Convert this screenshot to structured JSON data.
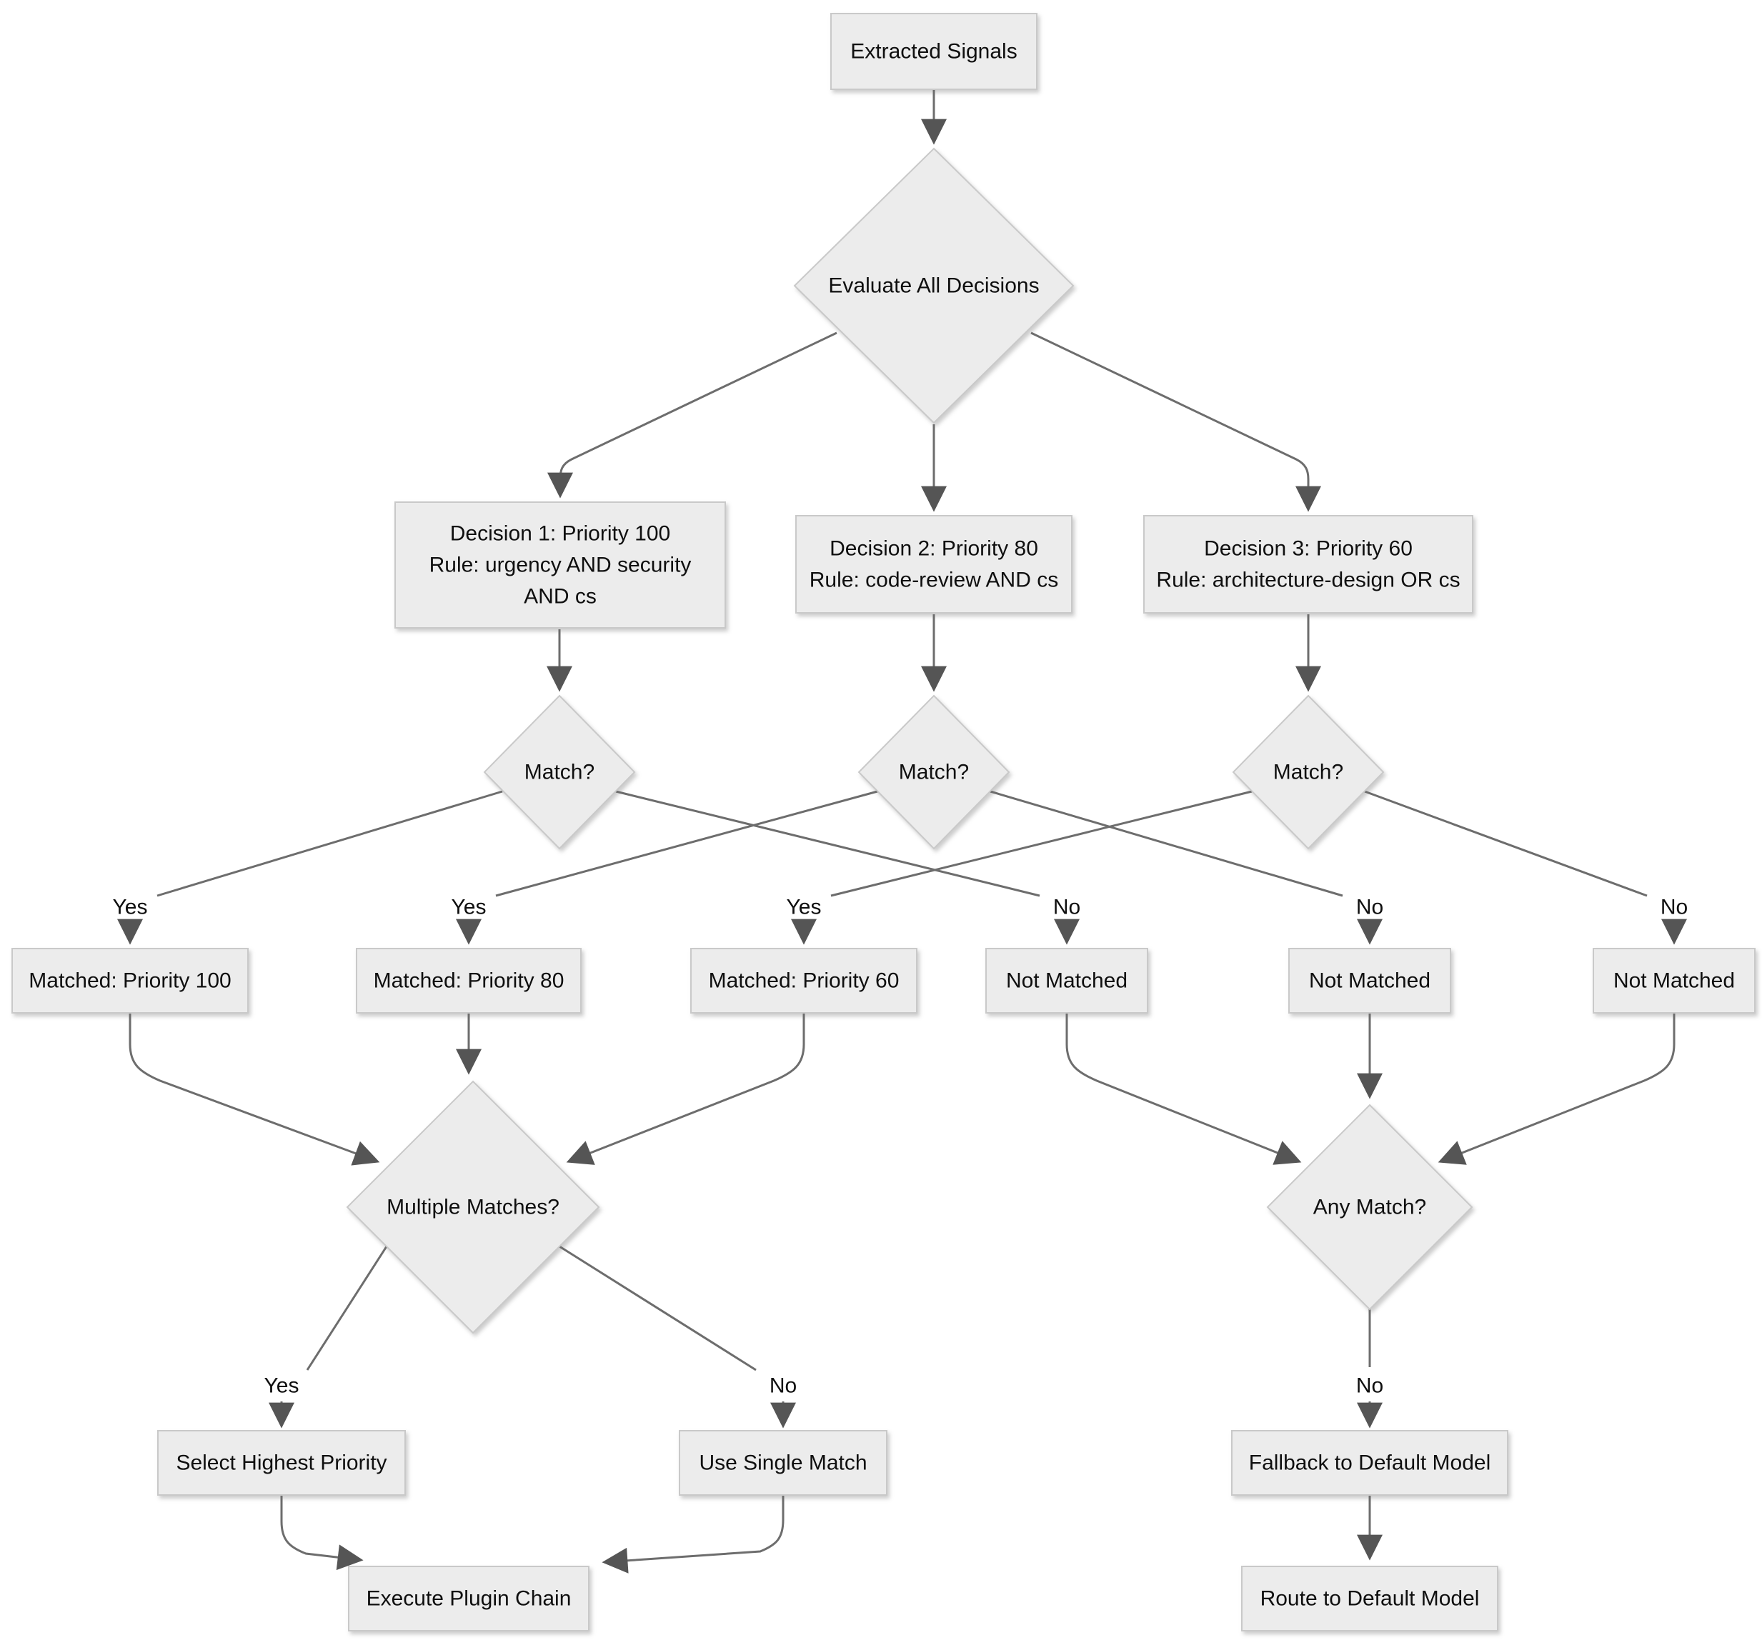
{
  "nodes": {
    "extracted": {
      "label": "Extracted Signals"
    },
    "evaluate": {
      "label": "Evaluate All Decisions"
    },
    "d1": {
      "lines": [
        "Decision 1: Priority 100",
        "Rule: urgency AND security",
        "AND cs"
      ]
    },
    "d2": {
      "lines": [
        "Decision 2: Priority 80",
        "Rule: code-review AND cs"
      ]
    },
    "d3": {
      "lines": [
        "Decision 3: Priority 60",
        "Rule: architecture-design OR cs"
      ]
    },
    "match1": {
      "label": "Match?"
    },
    "match2": {
      "label": "Match?"
    },
    "match3": {
      "label": "Match?"
    },
    "matched100": {
      "label": "Matched: Priority 100"
    },
    "matched80": {
      "label": "Matched: Priority 80"
    },
    "matched60": {
      "label": "Matched: Priority 60"
    },
    "notMatched1": {
      "label": "Not Matched"
    },
    "notMatched2": {
      "label": "Not Matched"
    },
    "notMatched3": {
      "label": "Not Matched"
    },
    "multiple": {
      "label": "Multiple Matches?"
    },
    "anyMatch": {
      "label": "Any Match?"
    },
    "select": {
      "label": "Select Highest Priority"
    },
    "single": {
      "label": "Use Single Match"
    },
    "fallback": {
      "label": "Fallback to Default Model"
    },
    "execute": {
      "label": "Execute Plugin Chain"
    },
    "route": {
      "label": "Route to Default Model"
    }
  },
  "edge_labels": {
    "match1_yes": "Yes",
    "match2_yes": "Yes",
    "match3_yes": "Yes",
    "match1_no": "No",
    "match2_no": "No",
    "match3_no": "No",
    "multiple_yes": "Yes",
    "multiple_no": "No",
    "any_no": "No"
  },
  "colors": {
    "node_fill": "#ececec",
    "node_stroke": "#c9c9c9",
    "edge": "#6d6d6d",
    "arrowhead": "#555555",
    "text": "#0f0f0f",
    "background": "#ffffff"
  }
}
